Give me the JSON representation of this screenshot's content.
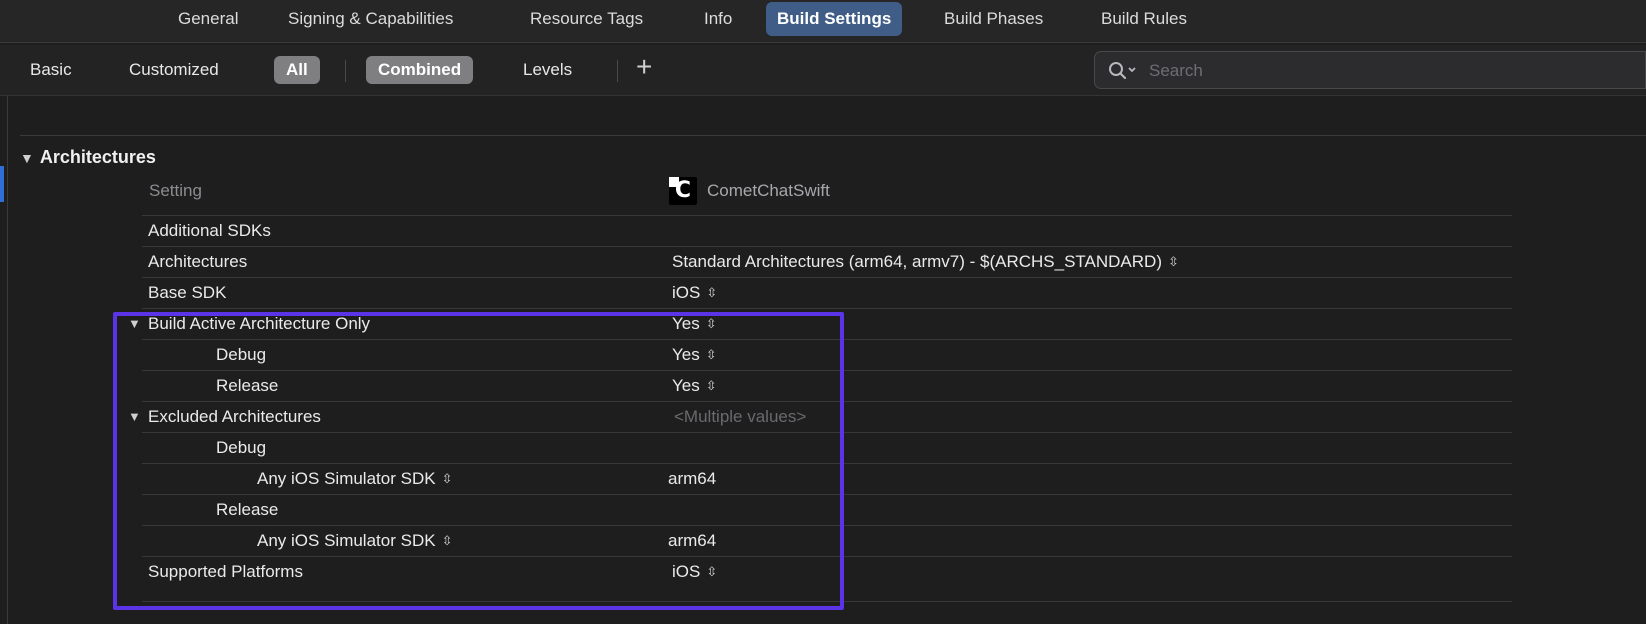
{
  "tabs": [
    {
      "label": "General"
    },
    {
      "label": "Signing & Capabilities"
    },
    {
      "label": "Resource Tags"
    },
    {
      "label": "Info"
    },
    {
      "label": "Build Settings",
      "active": true
    },
    {
      "label": "Build Phases"
    },
    {
      "label": "Build Rules"
    }
  ],
  "filter": {
    "basic": "Basic",
    "customized": "Customized",
    "all": "All",
    "combined": "Combined",
    "levels": "Levels",
    "add": "+"
  },
  "search": {
    "placeholder": "Search",
    "value": ""
  },
  "section": {
    "title": "Architectures"
  },
  "columns": {
    "setting": "Setting",
    "target": "CometChatSwift",
    "target_icon_letter": "C"
  },
  "rows": [
    {
      "name": "Additional SDKs",
      "value": ""
    },
    {
      "name": "Architectures",
      "value": "Standard Architectures (arm64, armv7)  -  $(ARCHS_STANDARD)"
    },
    {
      "name": "Base SDK",
      "value": "iOS"
    },
    {
      "name": "Build Active Architecture Only",
      "value": "Yes"
    },
    {
      "name": "Debug",
      "value": "Yes"
    },
    {
      "name": "Release",
      "value": "Yes"
    },
    {
      "name": "Excluded Architectures",
      "value": "<Multiple values>"
    },
    {
      "name": "Debug",
      "value": ""
    },
    {
      "name": "Any iOS Simulator SDK",
      "value": "arm64"
    },
    {
      "name": "Release",
      "value": ""
    },
    {
      "name": "Any iOS Simulator SDK",
      "value": "arm64"
    },
    {
      "name": "Supported Platforms",
      "value": "iOS"
    }
  ],
  "colors": {
    "highlight": "#5b34e8",
    "active_tab": "#3f5d86",
    "pill": "#7f7f82"
  },
  "icons": {
    "stepper": "up-down-chevron-icon",
    "disclosure": "triangle-down-icon",
    "search": "magnifier-dropdown-icon"
  }
}
